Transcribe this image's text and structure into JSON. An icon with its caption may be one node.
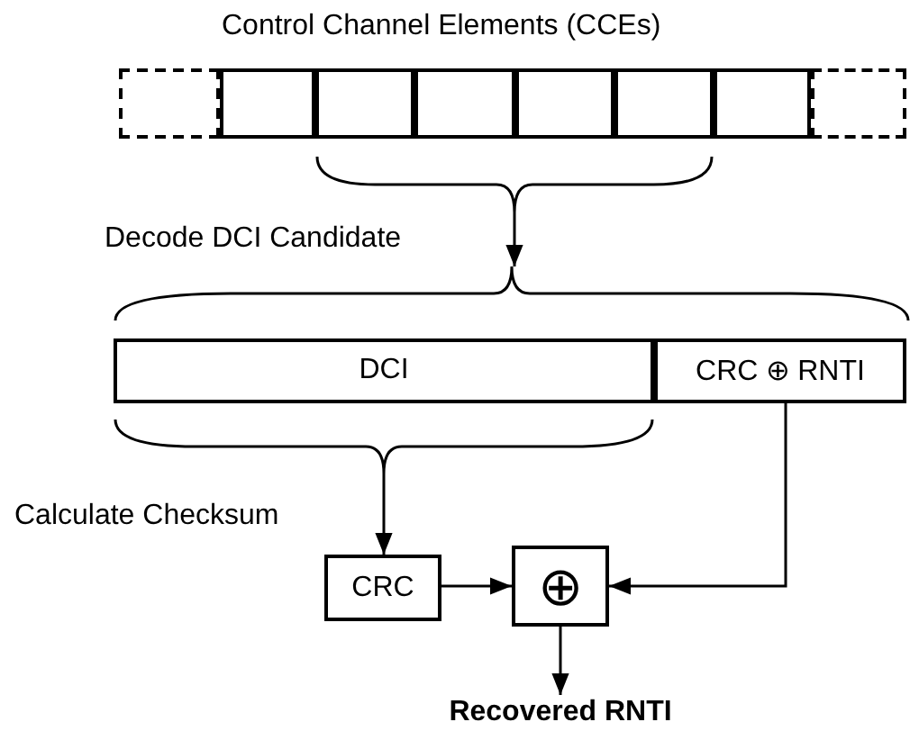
{
  "diagram": {
    "nodes": [
      {
        "text": [],
        "shape": "box"
      },
      {
        "text": [],
        "shape": "box"
      },
      {
        "text": [],
        "shape": "box"
      },
      {
        "text": [],
        "shape": "box"
      },
      {
        "text": [],
        "shape": "box"
      },
      {
        "text": [],
        "shape": "box"
      },
      {
        "text": [],
        "shape": "box"
      },
      {
        "text": [],
        "shape": "box"
      },
      {
        "text": [],
        "shape": "brace"
      },
      {
        "text": [],
        "shape": "brace"
      },
      {
        "text": [
          "DCI"
        ]
      },
      {
        "text": [
          "CRC ⊕ RNTI"
        ]
      },
      {
        "text": [],
        "shape": "brace"
      },
      {
        "text": [
          "CRC"
        ]
      },
      {
        "text": [
          "⊕"
        ]
      },
      {
        "text": [
          "Recovered RNTI"
        ]
      }
    ],
    "edges": [
      {
        "from": 8,
        "to": 9,
        "arrow": "to",
        "label": "Decode DCI Candidate"
      },
      {
        "from": 12,
        "to": 13,
        "arrow": "to",
        "label": "Calculate Checksum"
      },
      {
        "from": 13,
        "to": 14,
        "arrow": "to"
      },
      {
        "from": 11,
        "to": 14,
        "arrow": "to"
      },
      {
        "from": 14,
        "to": 15,
        "arrow": "to"
      }
    ],
    "labels": [
      "Control Channel Elements (CCEs)"
    ]
  }
}
